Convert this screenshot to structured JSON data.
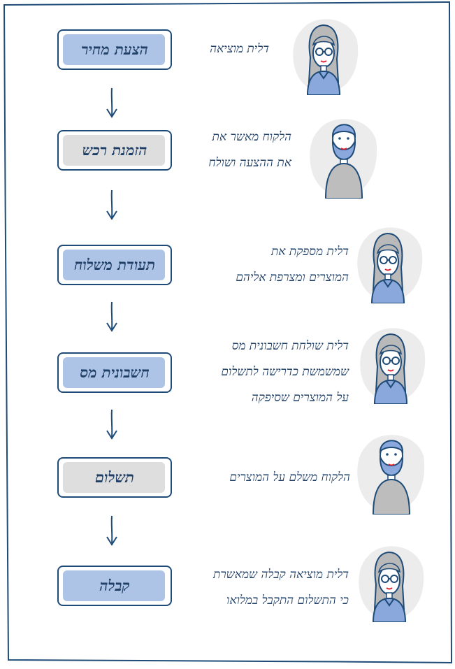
{
  "steps": [
    {
      "stage": "הצעת מחיר",
      "stage_fill": "blue",
      "actor": "dalit",
      "lines": [
        "דלית מוציאה"
      ]
    },
    {
      "stage": "הזמנת רכש",
      "stage_fill": "gray",
      "actor": "customer",
      "lines": [
        "הלקוח מאשר את",
        "את ההצעה ושולח"
      ]
    },
    {
      "stage": "תעודת משלוח",
      "stage_fill": "blue",
      "actor": "dalit",
      "lines": [
        "דלית מספקת את",
        "המוצרים ומצרפת אליהם"
      ]
    },
    {
      "stage": "חשבונית מס",
      "stage_fill": "blue",
      "actor": "dalit",
      "lines": [
        "דלית שולחת חשבונית מס",
        "שמשמשת כדרישה לתשלום",
        "על המוצרים שסיפקה"
      ]
    },
    {
      "stage": "תשלום",
      "stage_fill": "gray",
      "actor": "customer",
      "lines": [
        "הלקוח משלם על המוצרים"
      ]
    },
    {
      "stage": "קבלה",
      "stage_fill": "blue",
      "actor": "dalit",
      "lines": [
        "דלית מוציאה קבלה שמאשרת",
        "כי התשלום התקבל במלואו"
      ]
    }
  ],
  "colors": {
    "line": "#1f4b78",
    "stage_blue": "#aec4e6",
    "stage_gray": "#dedede",
    "text": "#1f3f66",
    "avatar_bg": "#ececec",
    "shirt_blue": "#8aa8dc",
    "shirt_gray": "#bdbdbd",
    "hair_gray": "#b9b9b9"
  }
}
